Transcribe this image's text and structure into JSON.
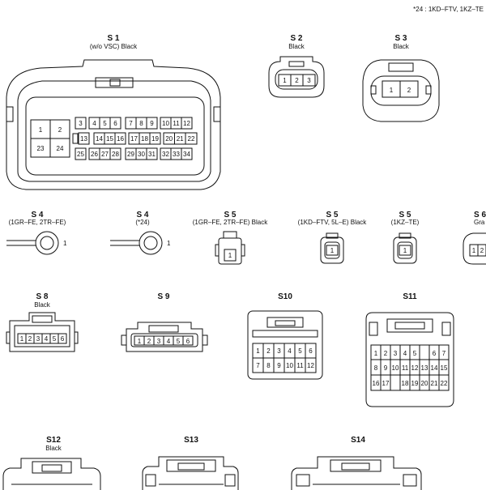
{
  "note": "*24 : 1KD–FTV, 1KZ–TE",
  "connectors": {
    "s1": {
      "label": "S 1",
      "sub": "(w/o VSC)  Black",
      "rows": [
        [
          "1",
          "2"
        ],
        [
          "23",
          "24"
        ]
      ],
      "grid": [
        [
          "3",
          "4",
          "5",
          "6",
          "7",
          "8",
          "9",
          "10",
          "11",
          "12"
        ],
        [
          "13",
          "14",
          "15",
          "16",
          "17",
          "18",
          "19",
          "20",
          "21",
          "22"
        ],
        [
          "25",
          "26",
          "27",
          "28",
          "29",
          "30",
          "31",
          "32",
          "33",
          "34"
        ]
      ]
    },
    "s2": {
      "label": "S 2",
      "sub": "Black",
      "pins": [
        "1",
        "2",
        "3"
      ]
    },
    "s3": {
      "label": "S 3",
      "sub": "Black",
      "pins": [
        "1",
        "2"
      ]
    },
    "s4a": {
      "label": "S 4",
      "sub": "(1GR–FE, 2TR–FE)",
      "pin": "1"
    },
    "s4b": {
      "label": "S 4",
      "sub": "(*24)",
      "pin": "1"
    },
    "s5a": {
      "label": "S 5",
      "sub": "(1GR–FE, 2TR–FE)  Black",
      "pin": "1"
    },
    "s5b": {
      "label": "S 5",
      "sub": "(1KD–FTV, 5L–E)  Black",
      "pin": "1"
    },
    "s5c": {
      "label": "S 5",
      "sub": "(1KZ–TE)",
      "pin": "1"
    },
    "s6": {
      "label": "S 6",
      "sub": "Gra",
      "pins": [
        "1",
        "2"
      ]
    },
    "s8": {
      "label": "S 8",
      "sub": "Black",
      "pins": [
        "1",
        "2",
        "3",
        "4",
        "5",
        "6"
      ]
    },
    "s9": {
      "label": "S 9",
      "pins": [
        "1",
        "2",
        "3",
        "4",
        "5",
        "6"
      ]
    },
    "s10": {
      "label": "S10",
      "rows": [
        [
          "1",
          "2",
          "3",
          "4",
          "5",
          "6"
        ],
        [
          "7",
          "8",
          "9",
          "10",
          "11",
          "12"
        ]
      ]
    },
    "s11": {
      "label": "S11",
      "rows": [
        [
          "1",
          "2",
          "3",
          "4",
          "5",
          "",
          "6",
          "7"
        ],
        [
          "8",
          "9",
          "10",
          "11",
          "12",
          "13",
          "14",
          "15"
        ],
        [
          "16",
          "17",
          "",
          "18",
          "19",
          "20",
          "21",
          "22"
        ]
      ]
    },
    "s12": {
      "label": "S12",
      "sub": "Black"
    },
    "s13": {
      "label": "S13"
    },
    "s14": {
      "label": "S14"
    }
  }
}
